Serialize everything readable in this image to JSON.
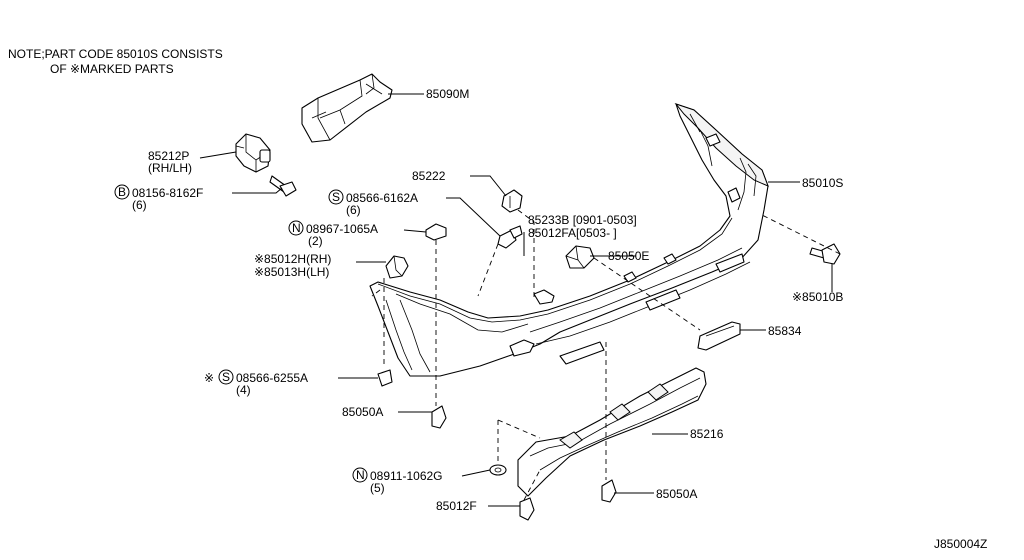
{
  "note": {
    "line1": "NOTE;PART CODE 85010S CONSISTS",
    "line2": "OF ※MARKED PARTS"
  },
  "diagram_code": "J850004Z",
  "labels": {
    "p85090M": "85090M",
    "p85212P": "85212P",
    "p85212P_side": "(RH/LH)",
    "p08156_mark": "B",
    "p08156": "08156-8162F",
    "p08156_qty": "(6)",
    "p85222": "85222",
    "p08566a_mark": "S",
    "p08566a": "08566-6162A",
    "p08566a_qty": "(6)",
    "p85233B": "85233B [0901-0503]",
    "p85012FA": "85012FA[0503-      ]",
    "p08967_mark": "N",
    "p08967": "08967-1065A",
    "p08967_qty": "(2)",
    "p85012H": "※85012H(RH)",
    "p85013H": "※85013H(LH)",
    "p85050E": "85050E",
    "p85010S": "85010S",
    "p85010B": "※85010B",
    "p85834": "85834",
    "p08566b_star": "※",
    "p08566b_mark": "S",
    "p08566b": "08566-6255A",
    "p08566b_qty": "(4)",
    "p85050A_left": "85050A",
    "p85216": "85216",
    "p08911_mark": "N",
    "p08911": "08911-1062G",
    "p08911_qty": "(5)",
    "p85050A_right": "85050A",
    "p85012F": "85012F"
  }
}
